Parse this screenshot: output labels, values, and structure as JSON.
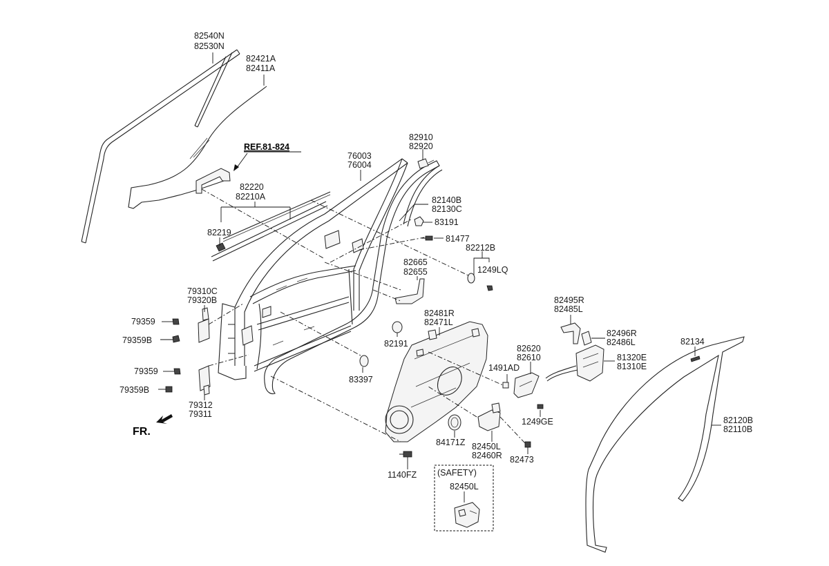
{
  "diagram": {
    "front_indicator": "FR.",
    "reference": "REF.81-824",
    "safety_box_label": "(SAFETY)",
    "labels": {
      "glass_run_a": "82540N",
      "glass_run_b": "82530N",
      "glass_a": "82421A",
      "glass_b": "82411A",
      "frame_a": "76003",
      "frame_b": "76004",
      "garnish_a": "82910",
      "garnish_b": "82920",
      "belt_a": "82220",
      "belt_b": "82210A",
      "clip_belt": "82219",
      "weatherstrip_a": "82140B",
      "weatherstrip_b": "82130C",
      "plug_top": "83191",
      "bolt_top": "81477",
      "seal_a": "82212B",
      "screw_a": "1249LQ",
      "sash_a": "82665",
      "sash_b": "82655",
      "hinge_upper_a": "79310C",
      "hinge_upper_b": "79320B",
      "bolt_h1": "79359",
      "bolt_h2": "79359B",
      "bolt_h3": "79359",
      "bolt_h4": "79359B",
      "hinge_lower_a": "79312",
      "hinge_lower_b": "79311",
      "plug_mid": "82191",
      "plug_low": "83397",
      "module_a": "82481R",
      "module_b": "82471L",
      "bracket_a": "82495R",
      "bracket_b": "82485L",
      "rod_a": "82496R",
      "rod_b": "82486L",
      "handle_a": "82620",
      "handle_b": "82610",
      "screw_b": "1491AD",
      "latch_a": "81320E",
      "latch_b": "81310E",
      "screw_c": "1249GE",
      "speaker": "84171Z",
      "motor_a": "82450L",
      "motor_b": "82460R",
      "bolt_motor": "82473",
      "bolt_bottom": "1140FZ",
      "safety_part": "82450L",
      "clip_right": "82134",
      "ws_body_a": "82120B",
      "ws_body_b": "82110B"
    }
  }
}
